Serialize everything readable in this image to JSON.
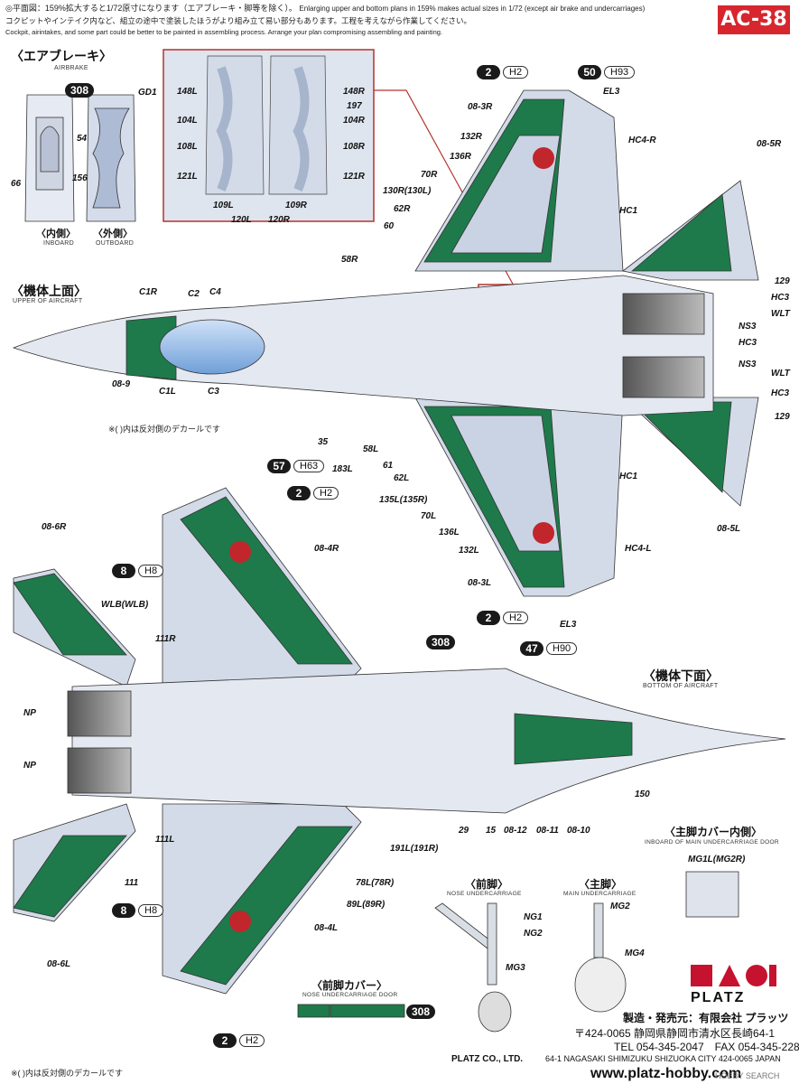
{
  "header": {
    "note_jp_1": "◎平面図：159%拡大すると1/72原寸になります（エアブレーキ・脚等を除く）。",
    "note_en_1": "Enlarging upper and bottom plans in 159% makes actual sizes in 1/72 (except air brake and undercarriages)",
    "note_jp_2": "コクピットやインテイク内など、組立の途中で塗装したほうがより組み立て易い部分もあります。工程を考えながら作業してください。",
    "note_en_2": "Cockpit, airintakes, and some part could be better to be painted in assembling process. Arrange your plan compromising assembling and painting.",
    "code": "AC-38"
  },
  "sections": {
    "airbrake": {
      "title": "〈エアブレーキ〉",
      "sub": "AIRBRAKE",
      "inboard_jp": "〈内側〉",
      "inboard_en": "INBOARD",
      "outboard_jp": "〈外側〉",
      "outboard_en": "OUTBOARD"
    },
    "upper": {
      "title": "〈機体上面〉",
      "sub": "UPPER OF AIRCRAFT",
      "note": "※( )内は反対側のデカールです"
    },
    "bottom": {
      "title": "〈機体下面〉",
      "sub": "BOTTOM OF AIRCRAFT"
    },
    "main_door": {
      "title": "〈主脚カバー内側〉",
      "sub": "INBOARD OF MAIN UNDERCARRIAGE DOOR"
    },
    "nose_gear": {
      "title": "〈前脚〉",
      "sub": "NOSE UNDERCARRIAGE"
    },
    "main_gear": {
      "title": "〈主脚〉",
      "sub": "MAIN UNDERCARRIAGE"
    },
    "nose_door": {
      "title": "〈前脚カバー〉",
      "sub": "NOSE UNDERCARRIAGE DOOR"
    },
    "bottom_note": "※( )内は反対側のデカールです"
  },
  "paints": {
    "p308": "308",
    "h2": {
      "n": "2",
      "c": "H2"
    },
    "h93": {
      "n": "50",
      "c": "H93"
    },
    "h63": {
      "n": "57",
      "c": "H63"
    },
    "h8": {
      "n": "8",
      "c": "H8"
    },
    "h90": {
      "n": "47",
      "c": "H90"
    }
  },
  "labels": {
    "gd1": "GD1",
    "l54": "54",
    "l66": "66",
    "l156": "156",
    "l148L": "148L",
    "l148R": "148R",
    "l197": "197",
    "l104L": "104L",
    "l104R": "104R",
    "l108L": "108L",
    "l108R": "108R",
    "l121L": "121L",
    "l121R": "121R",
    "l109L": "109L",
    "l109R": "109R",
    "l120L": "120L",
    "l120R": "120R",
    "el3a": "EL3",
    "l083R": "08-3R",
    "l132R": "132R",
    "l136R": "136R",
    "hc4r": "HC4-R",
    "l085R": "08-5R",
    "hc1a": "HC1",
    "l70R": "70R",
    "l130R": "130R(130L)",
    "l62R": "62R",
    "l60": "60",
    "l58R": "58R",
    "l129a": "129",
    "hc3a": "HC3",
    "wlt1": "WLT",
    "ns3a": "NS3",
    "hc3b": "HC3",
    "ns3b": "NS3",
    "wlt2": "WLT",
    "hc3c": "HC3",
    "l129b": "129",
    "c1r": "C1R",
    "c2": "C2",
    "c4": "C4",
    "l089": "08-9",
    "c1l": "C1L",
    "c3": "C3",
    "l35": "35",
    "l183L": "183L",
    "l58L": "58L",
    "l61": "61",
    "l62L": "62L",
    "l135L": "135L(135R)",
    "l70L": "70L",
    "l136L": "136L",
    "l132L": "132L",
    "hc1b": "HC1",
    "hc4l": "HC4-L",
    "l083L": "08-3L",
    "l085L": "08-5L",
    "el3b": "EL3",
    "l086R": "08-6R",
    "l084R": "08-4R",
    "wlb": "WLB(WLB)",
    "l111R": "111R",
    "np1": "NP",
    "np2": "NP",
    "l111L": "111L",
    "l111": "111",
    "l086L": "08-6L",
    "l084L": "08-4L",
    "l29": "29",
    "l15": "15",
    "l0812": "08-12",
    "l0811": "08-11",
    "l0810": "08-10",
    "l150": "150",
    "l191L": "191L(191R)",
    "l78L": "78L(78R)",
    "l89L": "89L(89R)",
    "mg1": "MG1L(MG2R)",
    "ng1": "NG1",
    "ng2": "NG2",
    "mg3": "MG3",
    "mg2": "MG2",
    "mg4": "MG4"
  },
  "footer": {
    "maker_jp": "製造・発売元：有限会社 プラッツ",
    "address_jp": "〒424-0065 静岡県静岡市清水区長崎64-1",
    "tel": "TEL 054-345-2047　FAX 054-345-2285",
    "company_en": "PLATZ CO., LTD.",
    "address_en": "64-1 NAGASAKI SHIMIZUKU SHIZUOKA CITY 424-0065 JAPAN",
    "url": "www.platz-hobby.com",
    "logo": "PLATZ",
    "watermark": "HOBBY SEARCH"
  },
  "colors": {
    "green": "#1e7a4a",
    "camo_light": "#c9d3e3",
    "camo_mid": "#a9b7cf",
    "red_disc": "#c0262c",
    "canopy": "#8fb7e8",
    "accent": "#d7262e"
  }
}
